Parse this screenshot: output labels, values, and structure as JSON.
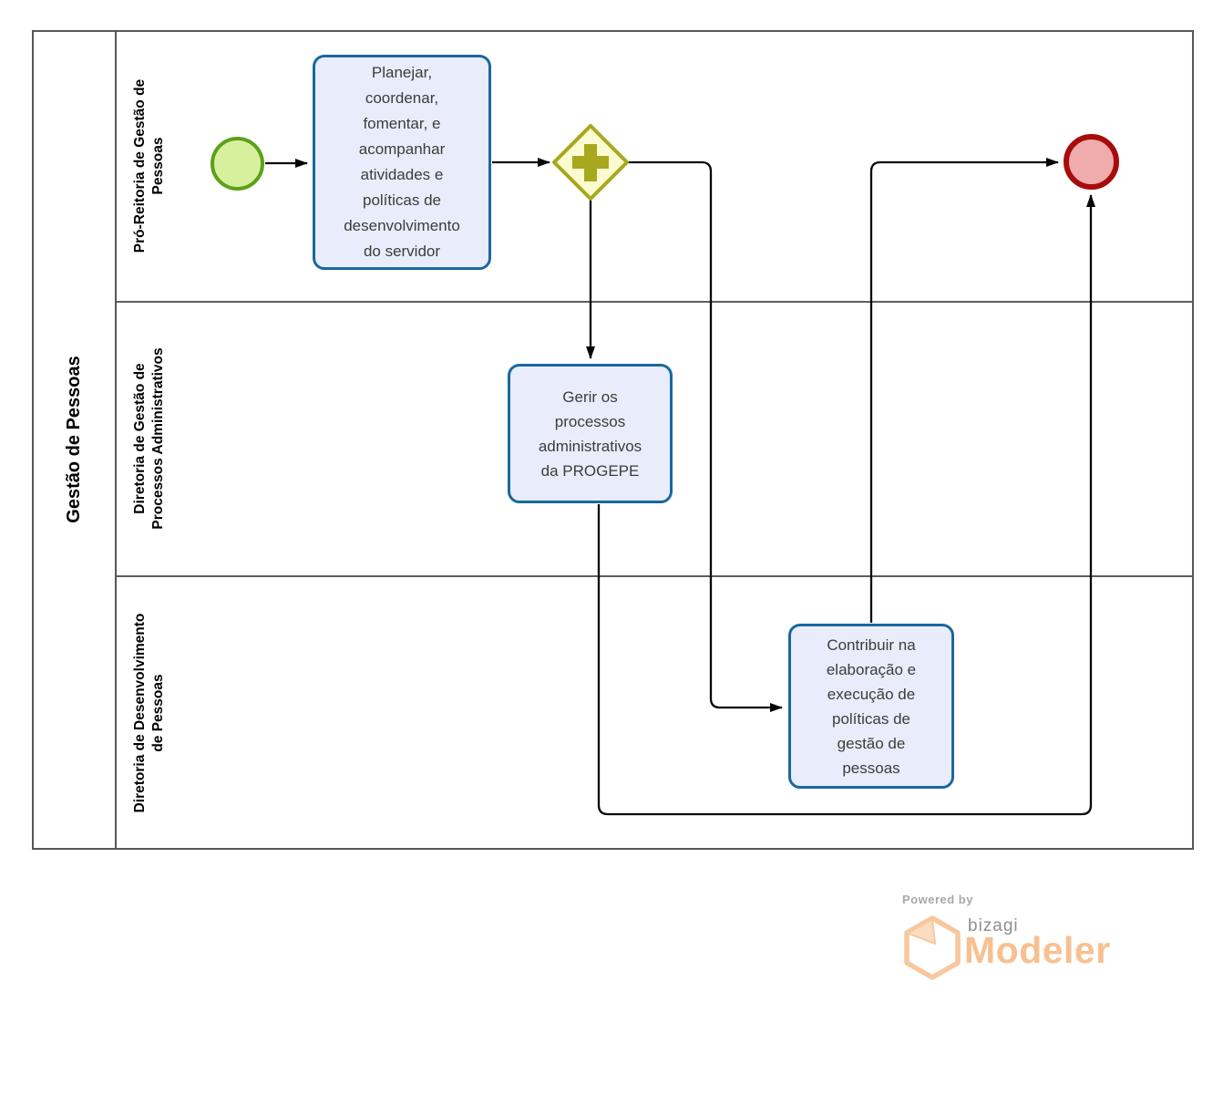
{
  "diagram": {
    "pool": {
      "label": "Gestão de Pessoas"
    },
    "lanes": [
      {
        "label": "Pró-Reitoria de Gestão de\nPessoas"
      },
      {
        "label": "Diretoria de Gestão de\nProcessos Administrativos"
      },
      {
        "label": "Diretoria de Desenvolvimento\nde Pessoas"
      }
    ],
    "tasks": [
      {
        "label": "Planejar,\ncoordenar,\nfomentar, e\nacompanhar\natividades e\npolíticas de\ndesenvolvimento\ndo servidor"
      },
      {
        "label": "Gerir os\nprocessos\nadministrativos\nda PROGEPE"
      },
      {
        "label": "Contribuir na\nelaboração e\nexecução de\npolíticas de\ngestão de\npessoas"
      }
    ],
    "events": [
      {
        "name": "start-event",
        "type": "start"
      },
      {
        "name": "end-event",
        "type": "end"
      }
    ],
    "gateway": {
      "type": "parallel",
      "icon": "plus-icon"
    }
  },
  "footer": {
    "powered_by": "Powered by",
    "brand": "bizagi",
    "product": "Modeler"
  },
  "colors": {
    "task_fill": "#E9EDFB",
    "task_border": "#19689E",
    "start_fill": "#D7F09E",
    "start_border": "#5BA119",
    "end_fill": "#F0ABAB",
    "end_border": "#A70B0B",
    "gateway_fill": "#FBFBD2",
    "gateway_border": "#A8A81E",
    "flow_line": "#000000",
    "pool_border": "#575757",
    "logo_orange": "#F8C091",
    "logo_gray": "#8F8F8F"
  }
}
